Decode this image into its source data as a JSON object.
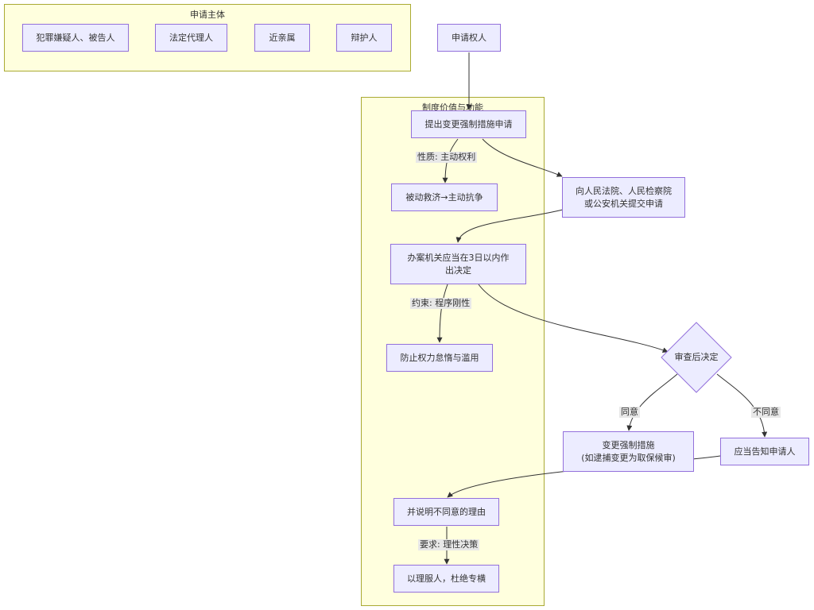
{
  "clusters": {
    "subjects": {
      "title": "申请主体"
    },
    "value": {
      "title": "制度价值与功能"
    }
  },
  "nodes": {
    "suspect": "犯罪嫌疑人、被告人",
    "legal_rep": "法定代理人",
    "relatives": "近亲属",
    "defender": "辩护人",
    "right": "申请权人",
    "apply": "提出变更强制措施申请",
    "active": "被动救济→主动抗争",
    "submit": "向人民法院、人民检察院\n或公安机关提交申请",
    "decide3": "办案机关应当在3日以内作\n出决定",
    "prevent": "防止权力怠惰与滥用",
    "review": "审查后决定",
    "change": "变更强制措施\n(如逮捕变更为取保候审)",
    "notify": "应当告知申请人",
    "reason": "并说明不同意的理由",
    "convince": "以理服人，杜绝专横"
  },
  "edge_labels": {
    "nature": "性质: 主动权利",
    "constraint": "约束: 程序刚性",
    "agree": "同意",
    "disagree": "不同意",
    "requirement": "要求: 理性决策"
  },
  "colors": {
    "node_fill": "#ececff",
    "node_stroke": "#9370db",
    "cluster_fill": "#ffffde",
    "cluster_stroke": "#aaaa33",
    "edge": "#333333"
  }
}
